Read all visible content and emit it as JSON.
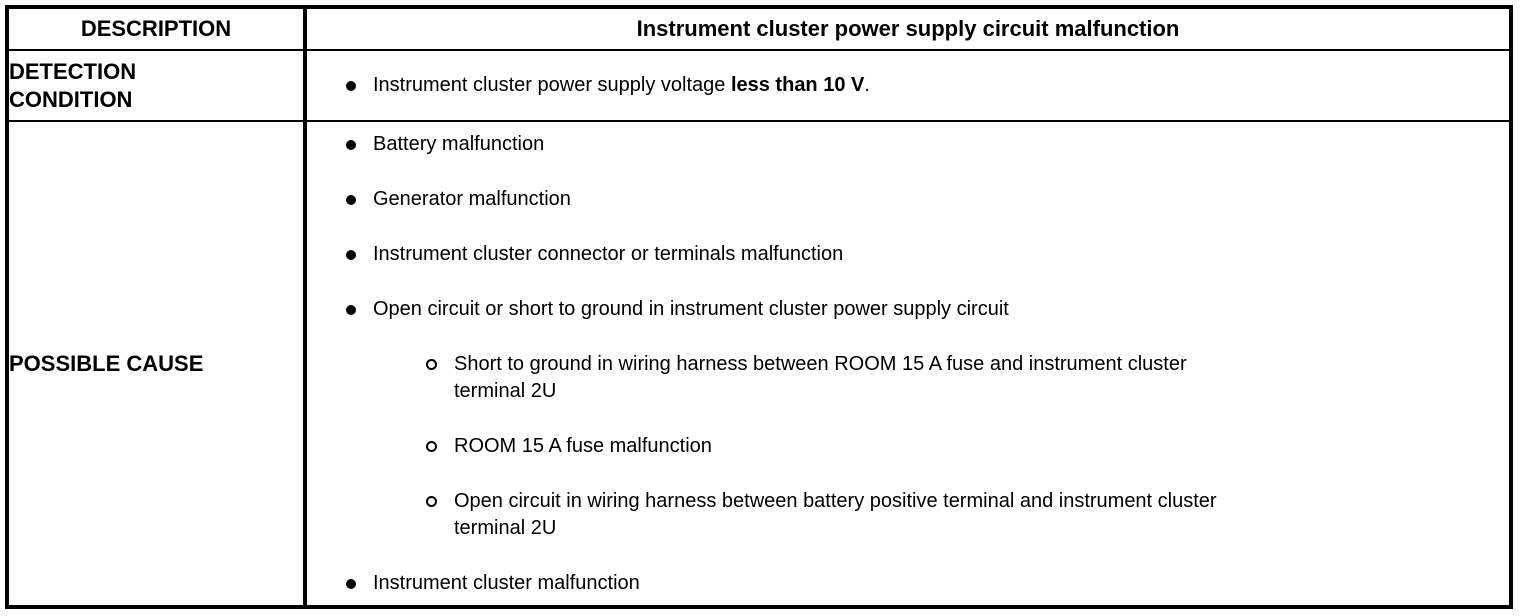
{
  "colors": {
    "text": "#000000",
    "border": "#000000",
    "background": "#ffffff"
  },
  "table": {
    "header": {
      "description_label": "DESCRIPTION",
      "title": "Instrument cluster power supply circuit malfunction"
    },
    "detection": {
      "label": "DETECTION CONDITION",
      "text_before": "Instrument cluster power supply voltage ",
      "text_bold": "less than 10 V",
      "text_after": "."
    },
    "possible_cause": {
      "label": "POSSIBLE CAUSE",
      "items": [
        {
          "level": 1,
          "lines": [
            "Battery malfunction"
          ]
        },
        {
          "level": 1,
          "lines": [
            "Generator malfunction"
          ]
        },
        {
          "level": 1,
          "lines": [
            "Instrument cluster connector or terminals malfunction"
          ]
        },
        {
          "level": 1,
          "lines": [
            "Open circuit or short to ground in instrument cluster power supply circuit"
          ]
        },
        {
          "level": 2,
          "lines": [
            "Short to ground in wiring harness between ROOM 15 A fuse and instrument cluster",
            "terminal 2U"
          ]
        },
        {
          "level": 2,
          "lines": [
            "ROOM 15 A fuse malfunction"
          ]
        },
        {
          "level": 2,
          "lines": [
            "Open circuit in wiring harness between battery positive terminal and instrument cluster",
            "terminal 2U"
          ]
        },
        {
          "level": 1,
          "lines": [
            "Instrument cluster malfunction"
          ]
        }
      ]
    }
  }
}
